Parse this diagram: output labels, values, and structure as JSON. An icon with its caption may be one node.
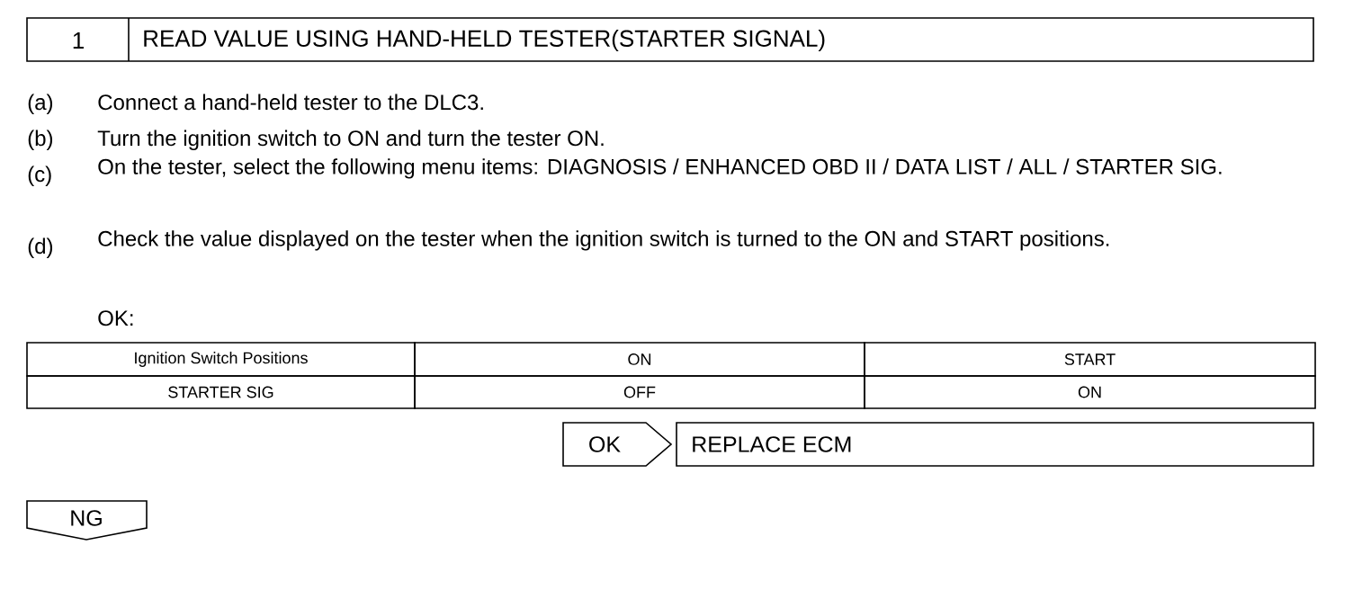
{
  "diagram": {
    "nodes": [
      {
        "text": [
          "1",
          "READ VALUE USING HAND-HELD TESTER(STARTER SIGNAL)"
        ]
      },
      {
        "text": [
          "OK"
        ]
      },
      {
        "text": [
          "REPLACE ECM"
        ]
      },
      {
        "text": [
          "NG"
        ]
      }
    ],
    "labels": [
      "(a)",
      "Connect a hand-held tester to the DLC3.",
      "(b)",
      "Turn the ignition switch to ON and turn the tester ON.",
      "(c)",
      "On the tester, select the following menu items: DIAGNOSIS / ENHANCED OBD II / DATA LIST / ALL / STARTER SIG.",
      "(d)",
      "Check the value displayed on the tester when the ignition switch is turned to the ON and START positions.",
      "OK:",
      "Ignition Switch Positions",
      "ON",
      "START",
      "STARTER SIG",
      "OFF",
      "ON"
    ]
  }
}
